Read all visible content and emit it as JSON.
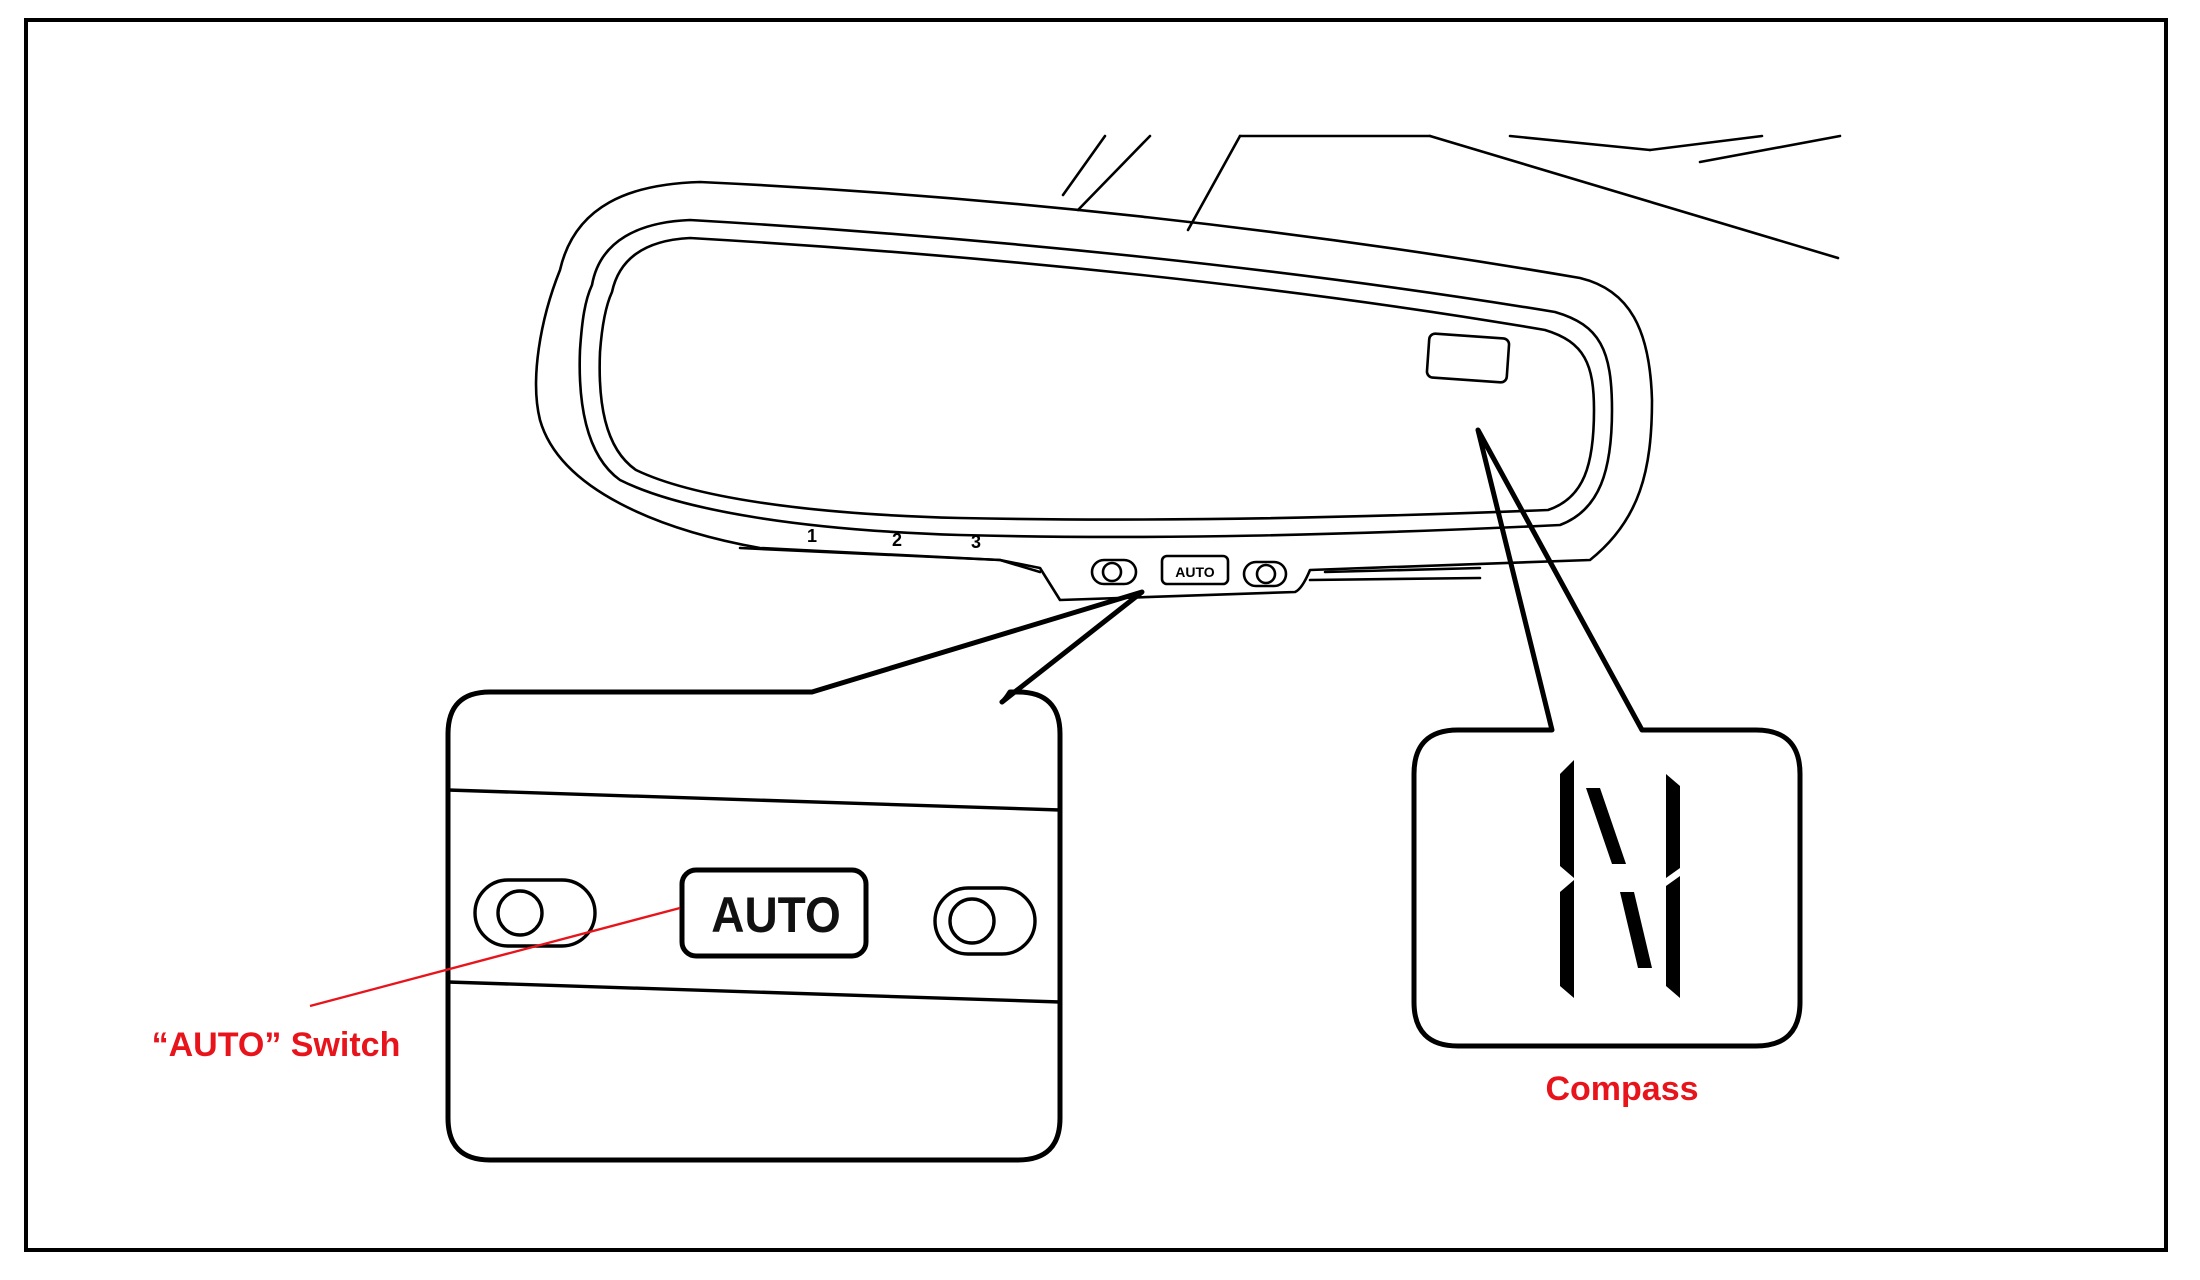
{
  "diagram": {
    "preset_labels": [
      "1",
      "2",
      "3"
    ],
    "small_auto_label": "AUTO",
    "big_auto_label": "AUTO",
    "compass_letter": "N",
    "callouts": {
      "auto_switch": "“AUTO” Switch",
      "compass": "Compass"
    },
    "colors": {
      "callout_text": "#e8141c",
      "line": "#000000",
      "background": "#ffffff"
    }
  }
}
